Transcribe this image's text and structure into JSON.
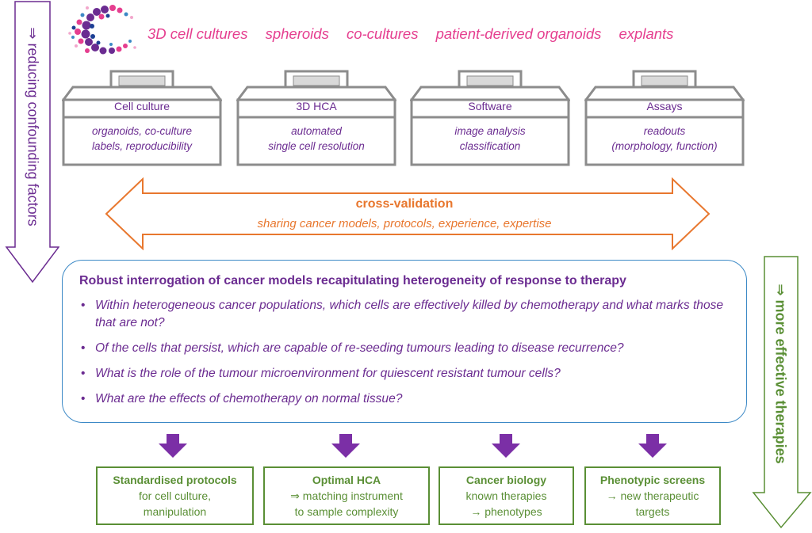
{
  "models": [
    "3D cell cultures",
    "spheroids",
    "co-cultures",
    "patient-derived organoids",
    "explants"
  ],
  "cases": [
    {
      "title": "Cell culture",
      "lines": [
        "organoids, co-culture",
        "labels, reproducibility"
      ]
    },
    {
      "title": "3D HCA",
      "lines": [
        "automated",
        "single cell resolution"
      ]
    },
    {
      "title": "Software",
      "lines": [
        "image analysis",
        "classification"
      ]
    },
    {
      "title": "Assays",
      "lines": [
        "readouts",
        "(morphology, function)"
      ]
    }
  ],
  "cross_validation": {
    "title": "cross-validation",
    "subtitle": "sharing cancer models, protocols, experience, expertise"
  },
  "left_arrow_label": "⇒ reducing confounding factors",
  "right_arrow_label": "⇒ more effective therapies",
  "panel": {
    "title": "Robust interrogation of cancer models recapitulating heterogeneity of response to therapy",
    "questions": [
      "Within heterogeneous cancer populations, which cells are effectively killed by chemotherapy and what marks those that are not?",
      "Of the cells that persist, which are capable of re-seeding tumours leading to disease recurrence?",
      "What is the role of the tumour microenvironment for quiescent resistant tumour cells?",
      "What are the effects of chemotherapy on normal tissue?"
    ]
  },
  "outcomes": [
    {
      "title": "Standardised protocols",
      "lines": [
        "for cell culture,",
        "manipulation"
      ]
    },
    {
      "title": "Optimal HCA",
      "lines": [
        "⇒ matching instrument",
        "to sample complexity"
      ]
    },
    {
      "title": "Cancer biology",
      "lines": [
        "known therapies",
        "→ phenotypes"
      ]
    },
    {
      "title": "Phenotypic screens",
      "lines": [
        "→ new therapeutic",
        "targets"
      ]
    }
  ],
  "colors": {
    "purple": "#6b2c91",
    "pink": "#e53e8f",
    "orange": "#e8772e",
    "green": "#5a8f35",
    "blue_border": "#3c89c6",
    "case_grey": "#8c8c8c"
  }
}
